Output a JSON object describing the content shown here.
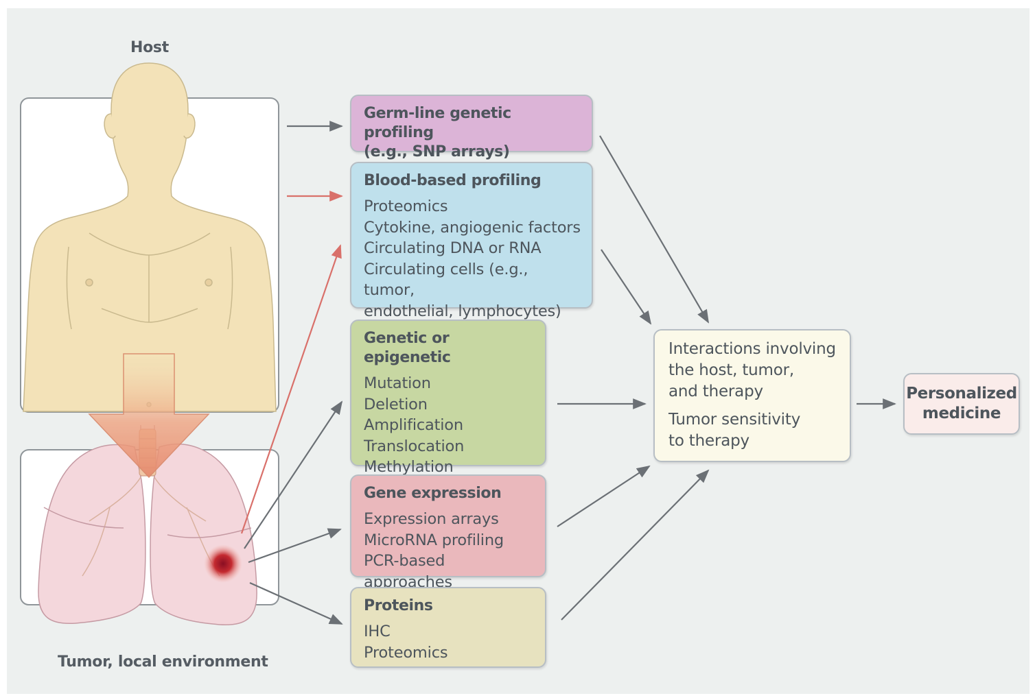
{
  "labels": {
    "host": "Host",
    "tumor": "Tumor, local environment"
  },
  "boxes": {
    "germline": {
      "title": "Germ-line genetic profiling\n(e.g., SNP arrays)",
      "items": []
    },
    "blood": {
      "title": "Blood-based profiling",
      "items": [
        "Proteomics",
        "Cytokine, angiogenic factors",
        "Circulating DNA or RNA",
        "Circulating cells (e.g., tumor,\n endothelial, lymphocytes)"
      ]
    },
    "genetic": {
      "title": "Genetic or epigenetic",
      "items": [
        "Mutation",
        "Deletion",
        "Amplification",
        "Translocation",
        "Methylation"
      ]
    },
    "geneexp": {
      "title": "Gene expression",
      "items": [
        "Expression arrays",
        "MicroRNA profiling",
        "PCR-based approaches"
      ]
    },
    "proteins": {
      "title": "Proteins",
      "items": [
        "IHC",
        "Proteomics"
      ]
    },
    "interactions": {
      "line1": "Interactions involving\n the host, tumor,\n and therapy",
      "line2": "Tumor sensitivity\n to therapy"
    },
    "personalized": {
      "title": "Personalized\nmedicine"
    }
  },
  "colors": {
    "germline": "#dcb4d7",
    "blood": "#bfe0ec",
    "genetic": "#c7d7a2",
    "geneexp": "#eab8bc",
    "proteins": "#e7e2bf",
    "interactions": "#fbf9e9",
    "personalized": "#faecea",
    "skin": "#f3e2b8",
    "lung": "#f4d7dc",
    "red_arrow": "#d9706a",
    "gray_arrow": "#6b7075"
  }
}
